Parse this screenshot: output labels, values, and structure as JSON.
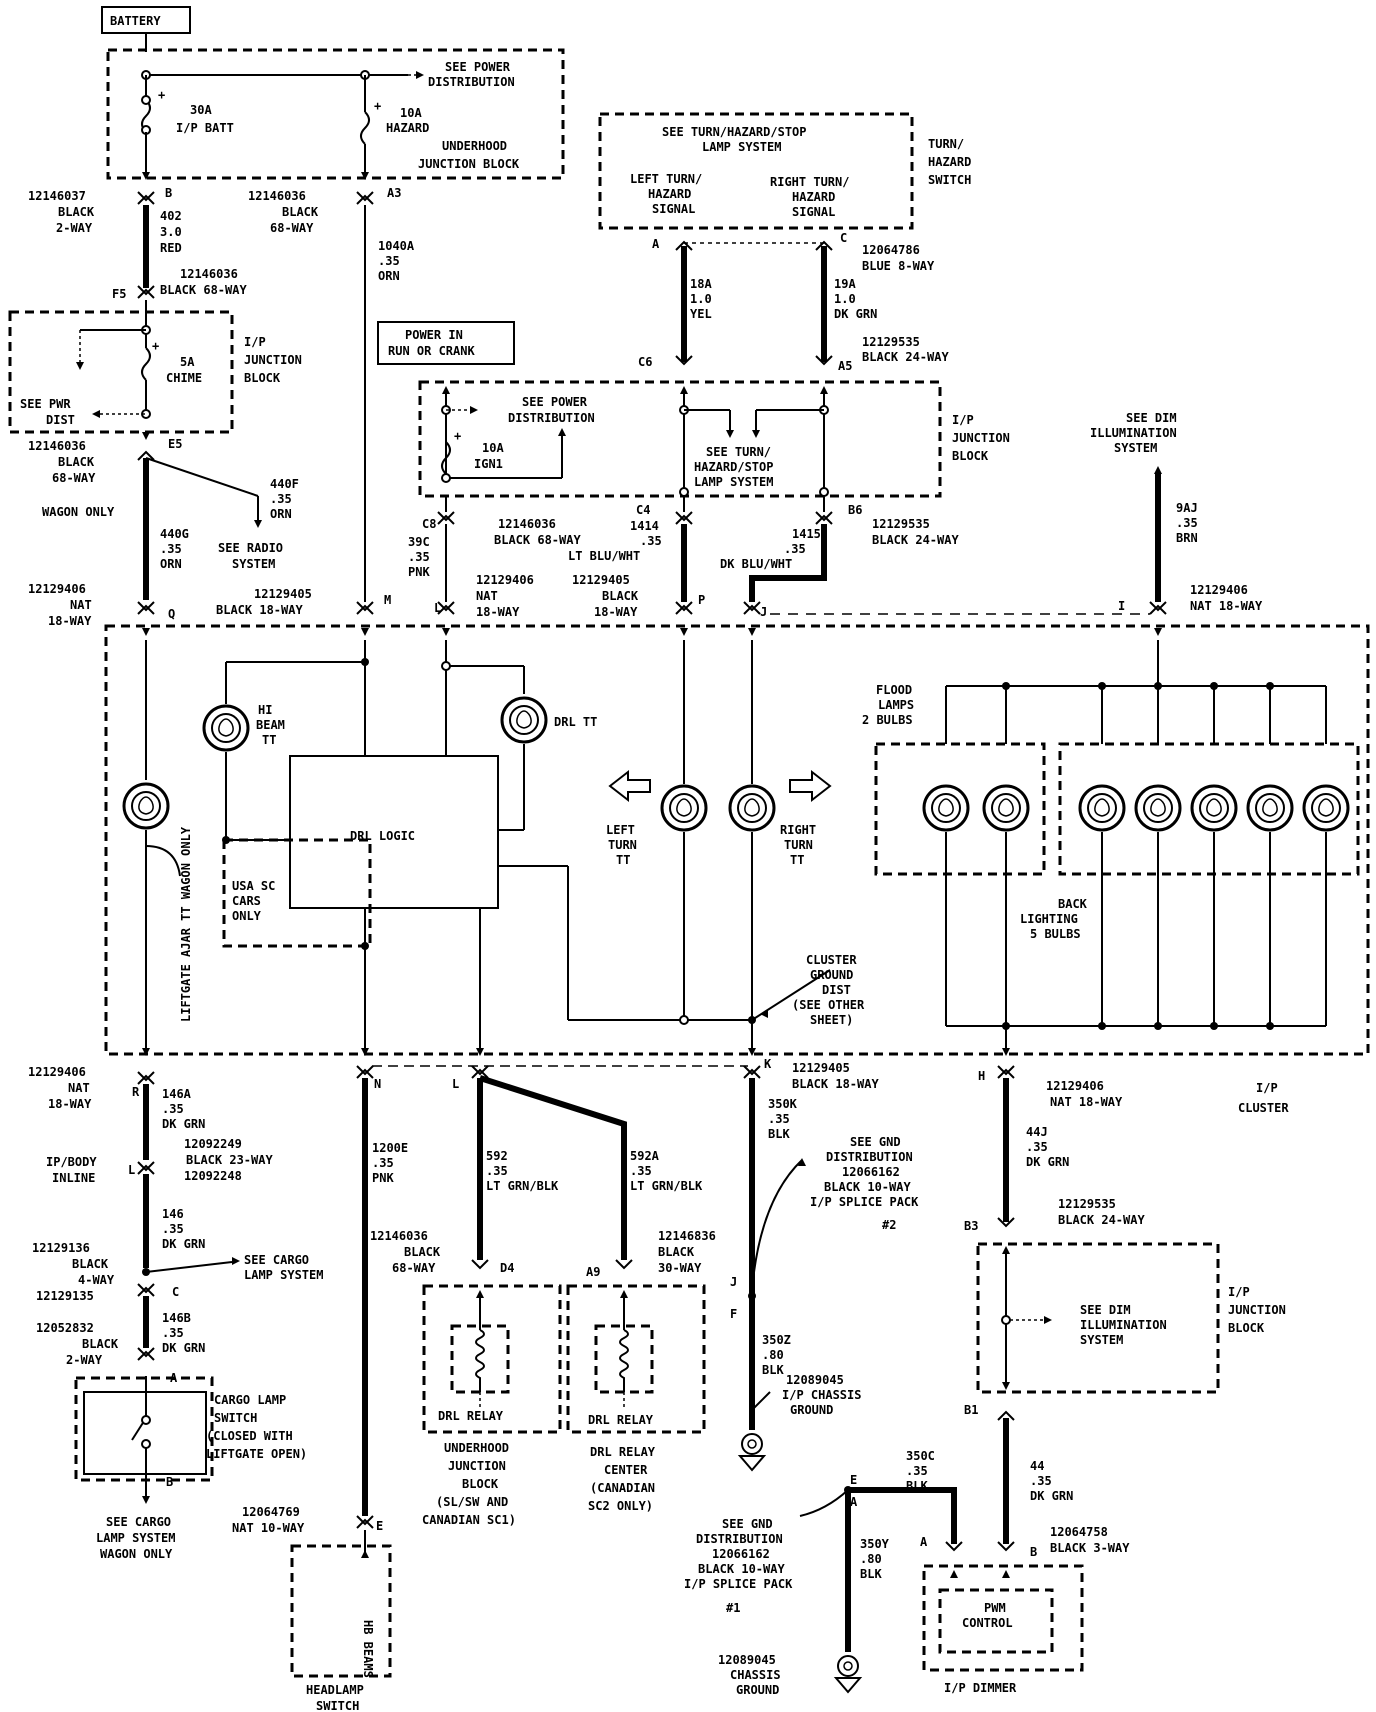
{
  "battery_label": "BATTERY",
  "power_dist_top": [
    "SEE POWER",
    "DISTRIBUTION"
  ],
  "fuse_batt": [
    "30A",
    "I/P BATT"
  ],
  "fuse_hazard": [
    "10A",
    "HAZARD"
  ],
  "underhood_jb": [
    "UNDERHOOD",
    "JUNCTION BLOCK"
  ],
  "turn_switch": {
    "see": [
      "SEE TURN/HAZARD/STOP",
      "LAMP SYSTEM"
    ],
    "left": [
      "LEFT TURN/",
      "HAZARD",
      "SIGNAL"
    ],
    "right": [
      "RIGHT TURN/",
      "HAZARD",
      "SIGNAL"
    ],
    "label": [
      "TURN/",
      "HAZARD",
      "SWITCH"
    ]
  },
  "connectors": {
    "c_12146037": [
      "12146037",
      "BLACK",
      "2-WAY"
    ],
    "c_12146036_68": [
      "12146036",
      "BLACK",
      "68-WAY"
    ],
    "c_12146036_f5": [
      "12146036",
      "BLACK 68-WAY"
    ],
    "c_12064786": [
      "12064786",
      "BLUE 8-WAY"
    ],
    "c_12129535_a5": [
      "12129535",
      "BLACK 24-WAY"
    ],
    "c_12146036_e5": [
      "12146036",
      "BLACK",
      "68-WAY"
    ],
    "c_12146036_c8": [
      "12146036",
      "BLACK 68-WAY"
    ],
    "c_12129535_b6": [
      "12129535",
      "BLACK 24-WAY"
    ],
    "c_12129406_q": [
      "12129406",
      "NAT",
      "18-WAY"
    ],
    "c_12129405_m": [
      "12129405",
      "BLACK 18-WAY"
    ],
    "c_12129406_l": [
      "12129406",
      "NAT",
      "18-WAY"
    ],
    "c_12129405_p": [
      "12129405",
      "BLACK",
      "18-WAY"
    ],
    "c_12129406_i": [
      "12129406",
      "NAT   18-WAY"
    ],
    "c_12129406_r": [
      "12129406",
      "NAT",
      "18-WAY"
    ],
    "c_12129405_k": [
      "12129405",
      "BLACK 18-WAY"
    ],
    "c_12129406_h": [
      "12129406",
      "NAT 18-WAY"
    ],
    "c_12092249": [
      "12092249",
      "BLACK  23-WAY",
      "12092248"
    ],
    "c_12129535_b3": [
      "12129535",
      "BLACK 24-WAY"
    ],
    "c_12129136": [
      "12129136",
      "BLACK",
      "4-WAY",
      "12129135"
    ],
    "c_12146036_d4": [
      "12146036",
      "BLACK",
      "68-WAY"
    ],
    "c_12146836": [
      "12146836",
      "BLACK",
      "30-WAY"
    ],
    "c_12052832": [
      "12052832",
      "BLACK",
      "2-WAY"
    ],
    "c_12064769": [
      "12064769",
      "NAT 10-WAY"
    ],
    "c_12064758": [
      "12064758",
      "BLACK 3-WAY"
    ]
  },
  "pins": {
    "b": "B",
    "a3": "A3",
    "f5": "F5",
    "e5": "E5",
    "a": "A",
    "c": "C",
    "c6": "C6",
    "a5": "A5",
    "c8": "C8",
    "c4": "C4",
    "b6": "B6",
    "q": "Q",
    "m": "M",
    "l": "L",
    "p": "P",
    "j": "J",
    "i": "I",
    "r": "R",
    "n": "N",
    "l2": "L",
    "k": "K",
    "h": "H",
    "l3": "L",
    "c2": "C",
    "d4": "D4",
    "a9": "A9",
    "j2": "J",
    "f": "F",
    "b3": "B3",
    "b1": "B1",
    "e": "E",
    "ea": "E",
    "aa": "A",
    "a2": "A",
    "b2": "B",
    "a4": "A",
    "b4": "B"
  },
  "wires": {
    "w402": [
      "402",
      "3.0",
      "RED"
    ],
    "w1040a": [
      "1040A",
      ".35",
      "ORN"
    ],
    "w18a": [
      "18A",
      "1.0",
      "YEL"
    ],
    "w19a": [
      "19A",
      "1.0",
      "DK GRN"
    ],
    "w440f": [
      "440F",
      ".35",
      "ORN"
    ],
    "w440g": [
      "440G",
      ".35",
      "ORN"
    ],
    "w39c": [
      "39C",
      ".35",
      "PNK"
    ],
    "w1414": [
      "1414",
      ".35",
      "LT BLU/WHT"
    ],
    "w1415": [
      "1415",
      ".35",
      "DK BLU/WHT"
    ],
    "w9aj": [
      "9AJ",
      ".35",
      "BRN"
    ],
    "w146a": [
      "146A",
      ".35",
      "DK GRN"
    ],
    "w1200e": [
      "1200E",
      ".35",
      "PNK"
    ],
    "w592": [
      "592",
      ".35",
      "LT GRN/BLK"
    ],
    "w592a": [
      "592A",
      ".35",
      "LT GRN/BLK"
    ],
    "w350k": [
      "350K",
      ".35",
      "BLK"
    ],
    "w44j": [
      "44J",
      ".35",
      "DK GRN"
    ],
    "w146": [
      "146",
      ".35",
      "DK GRN"
    ],
    "w146b": [
      "146B",
      ".35",
      "DK GRN"
    ],
    "w350z": [
      "350Z",
      ".80",
      "BLK"
    ],
    "w350c": [
      "350C",
      ".35",
      "BLK"
    ],
    "w44": [
      "44",
      ".35",
      "DK GRN"
    ],
    "w350y": [
      "350Y",
      ".80",
      "BLK"
    ]
  },
  "ip_jb_1": {
    "fuse": [
      "5A",
      "CHIME"
    ],
    "see": [
      "SEE PWR",
      "DIST"
    ],
    "label": [
      "I/P",
      "JUNCTION",
      "BLOCK"
    ]
  },
  "power_in": [
    "POWER IN",
    "RUN OR CRANK"
  ],
  "ip_jb_2": {
    "see_power": [
      "SEE POWER",
      "DISTRIBUTION"
    ],
    "fuse": [
      "10A",
      "IGN1"
    ],
    "see_turn": [
      "SEE TURN/",
      "HAZARD/STOP",
      "LAMP SYSTEM"
    ],
    "label": [
      "I/P",
      "JUNCTION",
      "BLOCK"
    ]
  },
  "see_dim_top": [
    "SEE DIM",
    "ILLUMINATION",
    "SYSTEM"
  ],
  "wagon_only": "WAGON ONLY",
  "see_radio": [
    "SEE RADIO",
    "SYSTEM"
  ],
  "cluster": {
    "hi_beam": [
      "HI",
      "BEAM",
      "TT"
    ],
    "drl_tt": "DRL TT",
    "drl_logic": "DRL LOGIC",
    "usa_sc": [
      "USA SC",
      "CARS",
      "ONLY"
    ],
    "liftgate": "LIFTGATE AJAR TT WAGON ONLY",
    "left_turn": [
      "LEFT",
      "TURN",
      "TT"
    ],
    "right_turn": [
      "RIGHT",
      "TURN",
      "TT"
    ],
    "flood": [
      "FLOOD",
      "LAMPS",
      "2 BULBS"
    ],
    "back": [
      "BACK",
      "LIGHTING",
      "5 BULBS"
    ],
    "ground": [
      "CLUSTER",
      "GROUND",
      "DIST",
      "(SEE OTHER",
      "SHEET)"
    ],
    "label": [
      "I/P",
      "CLUSTER"
    ]
  },
  "ip_body_inline": [
    "IP/BODY",
    "INLINE"
  ],
  "see_cargo": [
    "SEE CARGO",
    "LAMP SYSTEM"
  ],
  "see_gnd_2": [
    "SEE GND",
    "DISTRIBUTION",
    "12066162",
    "BLACK 10-WAY",
    "I/P SPLICE PACK",
    "#2"
  ],
  "ip_jb_3": {
    "see": [
      "SEE DIM",
      "ILLUMINATION",
      "SYSTEM"
    ],
    "label": [
      "I/P",
      "JUNCTION",
      "BLOCK"
    ]
  },
  "cargo_switch": [
    "CARGO LAMP",
    "SWITCH",
    "(CLOSED WITH",
    "LIFTGATE OPEN)"
  ],
  "see_cargo_bottom": [
    "SEE CARGO",
    "LAMP SYSTEM",
    "WAGON ONLY"
  ],
  "drl_relay": "DRL RELAY",
  "underhood_jb_bottom": [
    "UNDERHOOD",
    "JUNCTION",
    "BLOCK",
    "(SL/SW AND",
    "CANADIAN SC1)"
  ],
  "drl_relay_center": [
    "DRL RELAY",
    "CENTER",
    "(CANADIAN",
    "SC2 ONLY)"
  ],
  "ip_chassis_ground": [
    "12089045",
    "I/P CHASSIS",
    "GROUND"
  ],
  "see_gnd_1": [
    "SEE GND",
    "DISTRIBUTION",
    "12066162",
    "BLACK 10-WAY",
    "I/P SPLICE PACK",
    "#1"
  ],
  "chassis_ground": [
    "12089045",
    "CHASSIS",
    "GROUND"
  ],
  "hb_beams": "HB BEAMS",
  "headlamp_switch": [
    "HEADLAMP",
    "SWITCH"
  ],
  "pwm_control": [
    "PWM",
    "CONTROL"
  ],
  "ip_dimmer": "I/P DIMMER"
}
